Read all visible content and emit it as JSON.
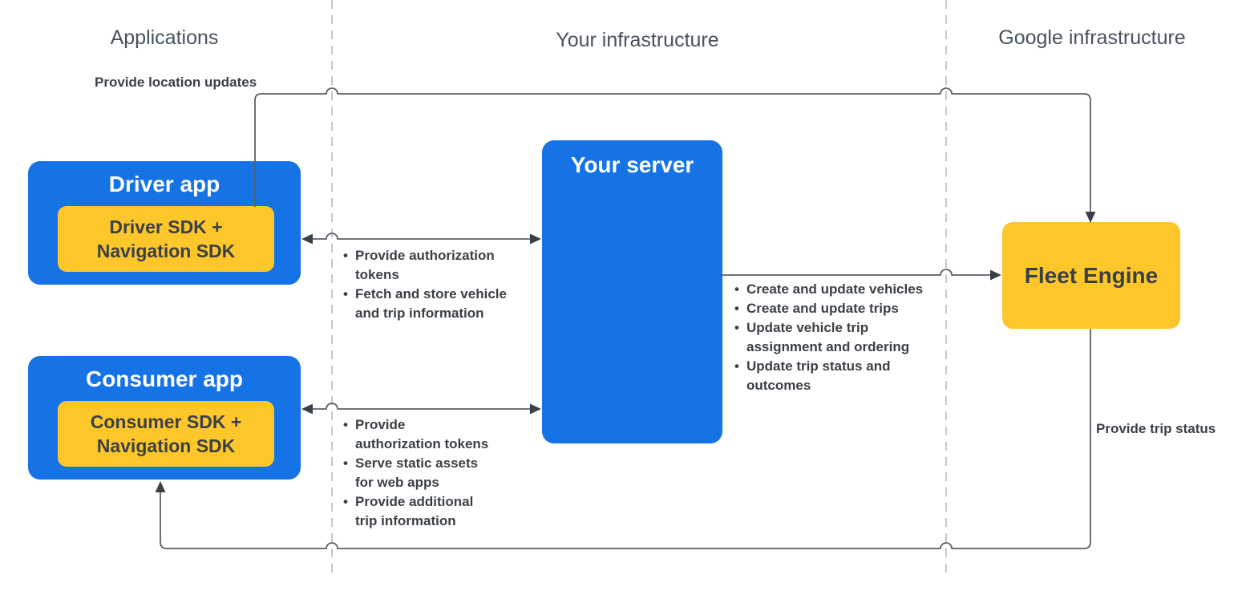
{
  "columns": {
    "applications": "Applications",
    "your_infrastructure": "Your infrastructure",
    "google_infrastructure": "Google infrastructure"
  },
  "nodes": {
    "driver_app": {
      "title": "Driver app",
      "sdk_label": "Driver SDK + Navigation SDK"
    },
    "consumer_app": {
      "title": "Consumer app",
      "sdk_label": "Consumer SDK + Navigation SDK"
    },
    "your_server": {
      "title": "Your server"
    },
    "fleet_engine": {
      "title": "Fleet Engine"
    }
  },
  "edge_labels": {
    "provide_location_updates": "Provide location updates",
    "provide_trip_status": "Provide trip status"
  },
  "lists": {
    "driver_server": {
      "items": [
        "Provide authorization tokens",
        "Fetch and store vehicle and trip information"
      ]
    },
    "server_fleet_engine": {
      "items": [
        "Create and update vehicles",
        "Create and update trips",
        "Update vehicle trip assignment and ordering",
        "Update trip status and outcomes"
      ]
    },
    "consumer_server": {
      "items": [
        "Provide authorization tokens",
        "Serve static assets for web apps",
        "Provide additional trip information"
      ]
    }
  },
  "colors": {
    "box_blue": "#1573E6",
    "box_yellow": "#FDC72C",
    "text_dark": "#3B4046",
    "title_white": "#FFFFFF",
    "header_gray": "#47525D",
    "connector": "#5A6066",
    "dashed_divider": "#C5C8CD",
    "background": "#FFFFFF"
  }
}
